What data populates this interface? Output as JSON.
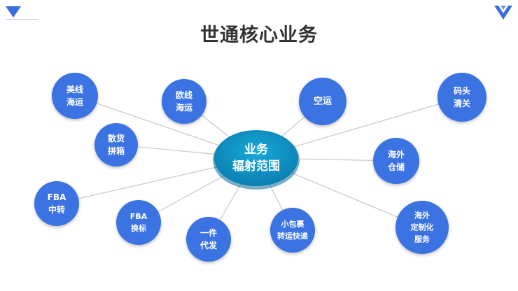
{
  "title": "世通核心业务",
  "colors": {
    "node": "#3b73e3",
    "center": "#0e95c4",
    "line": "#c8c8c8",
    "title": "#333333",
    "accent": "#3b6fe0"
  },
  "icons": {
    "top_left": "triangle-down-icon",
    "top_right": "logo-triangle-icon"
  },
  "center": {
    "lines": [
      "业务",
      "辐射范围"
    ]
  },
  "nodes": [
    {
      "id": "us-ocean",
      "lines": [
        "美线",
        "海运"
      ]
    },
    {
      "id": "eu-ocean",
      "lines": [
        "欧线",
        "海运"
      ]
    },
    {
      "id": "air",
      "lines": [
        "空运"
      ]
    },
    {
      "id": "customs",
      "lines": [
        "码头",
        "清关"
      ]
    },
    {
      "id": "lcl",
      "lines": [
        "散货",
        "拼箱"
      ]
    },
    {
      "id": "overseas-warehouse",
      "lines": [
        "海外",
        "仓储"
      ]
    },
    {
      "id": "fba-transfer",
      "lines": [
        "FBA",
        "中转"
      ]
    },
    {
      "id": "fba-relabel",
      "lines": [
        "FBA",
        "换标"
      ]
    },
    {
      "id": "one-stop",
      "lines": [
        "一件",
        "代发"
      ]
    },
    {
      "id": "parcel",
      "lines": [
        "小包裹",
        "转运快递"
      ]
    },
    {
      "id": "overseas-custom",
      "lines": [
        "海外",
        "定制化",
        "服务"
      ]
    }
  ]
}
